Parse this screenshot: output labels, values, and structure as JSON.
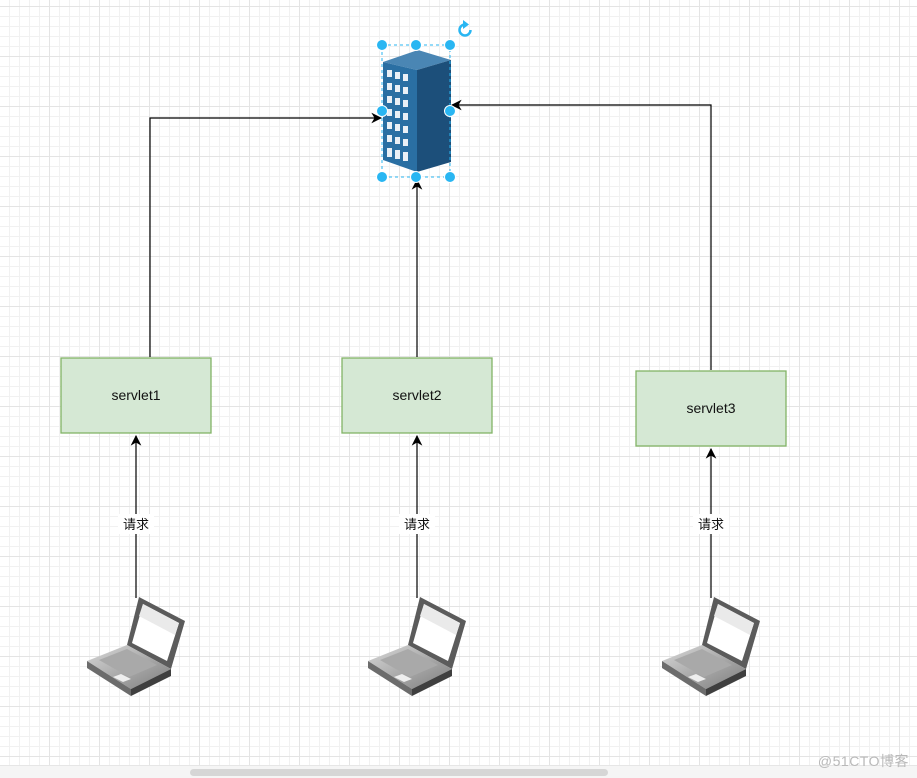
{
  "servlets": [
    {
      "label": "servlet1"
    },
    {
      "label": "servlet2"
    },
    {
      "label": "servlet3"
    }
  ],
  "edge_labels": [
    "请求",
    "请求",
    "请求"
  ],
  "icons": {
    "server": "office-building-icon",
    "client": "laptop-icon",
    "rotate": "rotate-handle-icon"
  },
  "colors": {
    "servlet_fill": "#d5e8d4",
    "servlet_stroke": "#82b366",
    "selection": "#29b6f2",
    "edge": "#000000"
  },
  "watermark": "@51CTO博客"
}
